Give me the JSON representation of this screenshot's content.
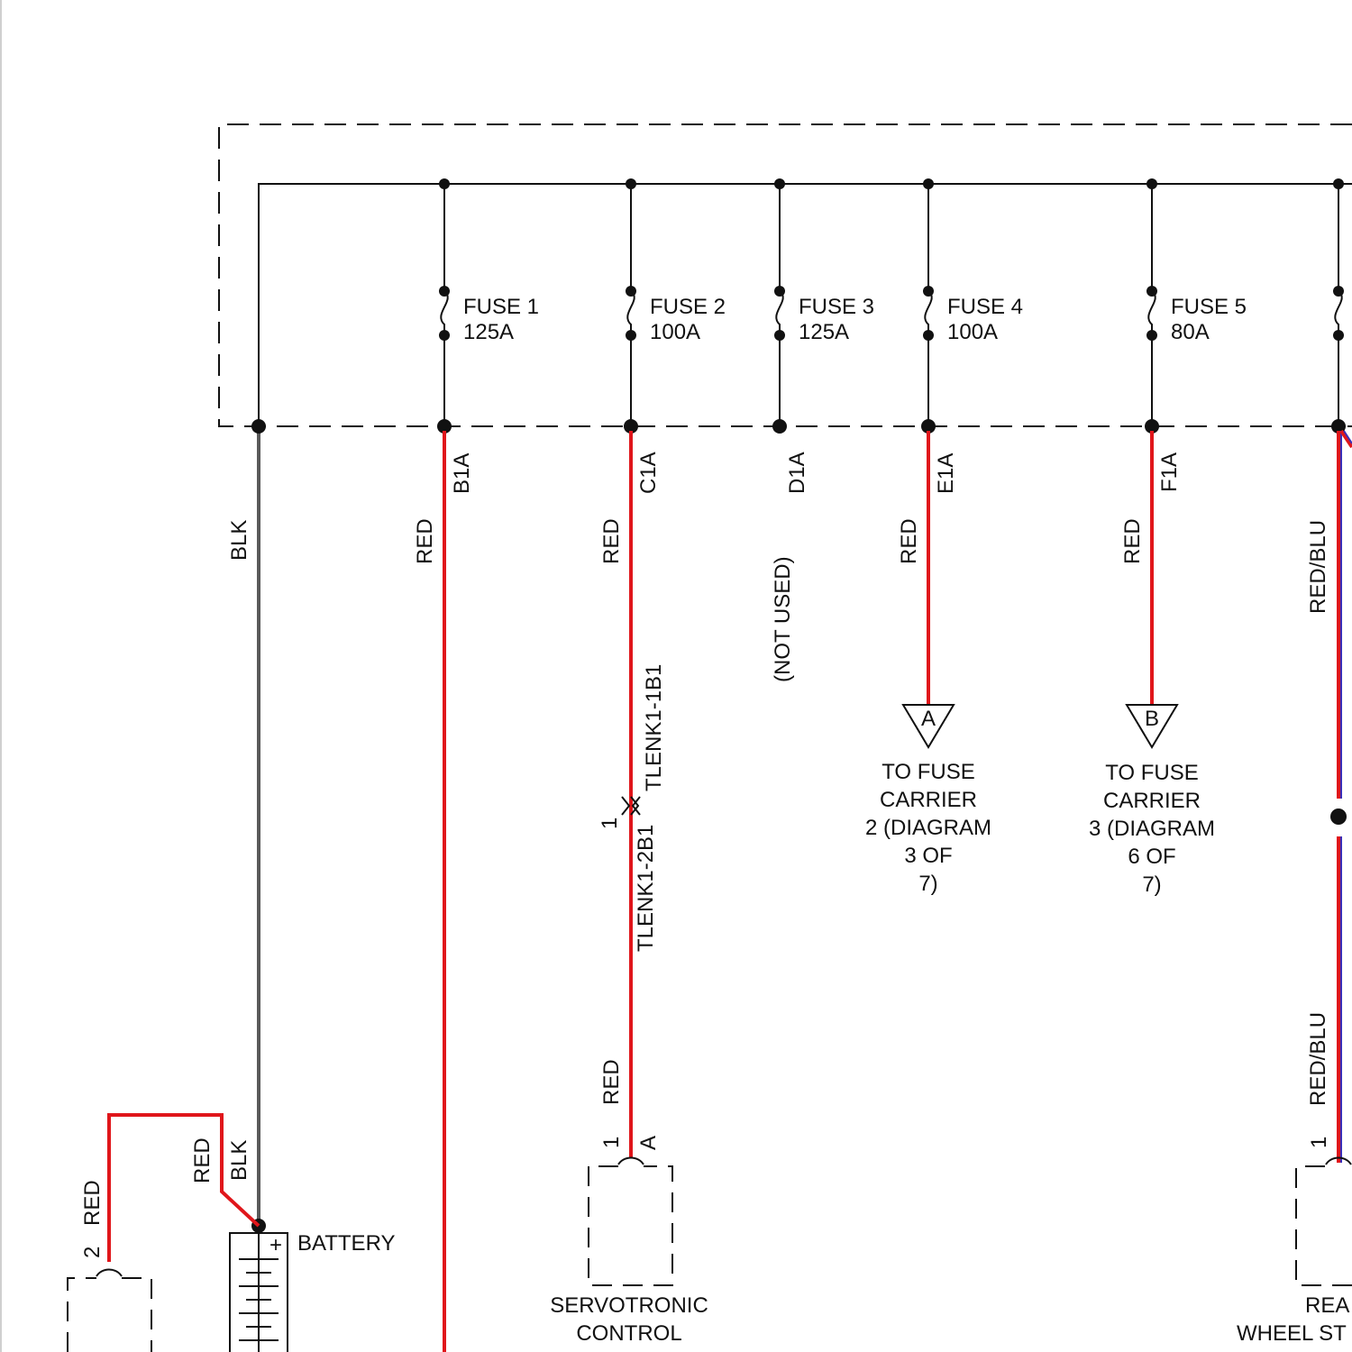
{
  "fuses": [
    {
      "name": "FUSE 1",
      "rating": "125A",
      "terminal": "B1A",
      "wire": "RED"
    },
    {
      "name": "FUSE 2",
      "rating": "100A",
      "terminal": "C1A",
      "wire": "RED"
    },
    {
      "name": "FUSE 3",
      "rating": "125A",
      "terminal": "D1A",
      "wire": "(NOT USED)"
    },
    {
      "name": "FUSE 4",
      "rating": "100A",
      "terminal": "E1A",
      "wire": "RED"
    },
    {
      "name": "FUSE 5",
      "rating": "80A",
      "terminal": "F1A",
      "wire": "RED"
    }
  ],
  "ground_wire": "BLK",
  "connector_c1a": {
    "upper": "TLENK1-1B1",
    "lower": "TLENK1-2B1",
    "pin": "1",
    "wire_below": "RED"
  },
  "offpage": [
    {
      "letter": "A",
      "lines": [
        "TO FUSE",
        "CARRIER",
        "2 (DIAGRAM",
        "3 OF",
        "7)"
      ]
    },
    {
      "letter": "B",
      "lines": [
        "TO FUSE",
        "CARRIER",
        "3 (DIAGRAM",
        "6 OF",
        "7)"
      ]
    }
  ],
  "redblu": {
    "upper": "RED/BLU",
    "lower": "RED/BLU",
    "pin": "1"
  },
  "servotronic": {
    "pin": "1",
    "terminal": "A",
    "lines": [
      "SERVOTRONIC",
      "CONTROL"
    ]
  },
  "rear_module": {
    "lines": [
      "REA",
      "WHEEL ST"
    ]
  },
  "battery": {
    "label": "BATTERY",
    "plus": "+",
    "wire1": "RED",
    "wire2": "BLK"
  },
  "left_component": {
    "pin": "2",
    "wire": "RED"
  },
  "colors": {
    "red_wire": "#e0161b",
    "black_wire": "#5a5a5a",
    "blue_stripe": "#3a2fb8"
  }
}
